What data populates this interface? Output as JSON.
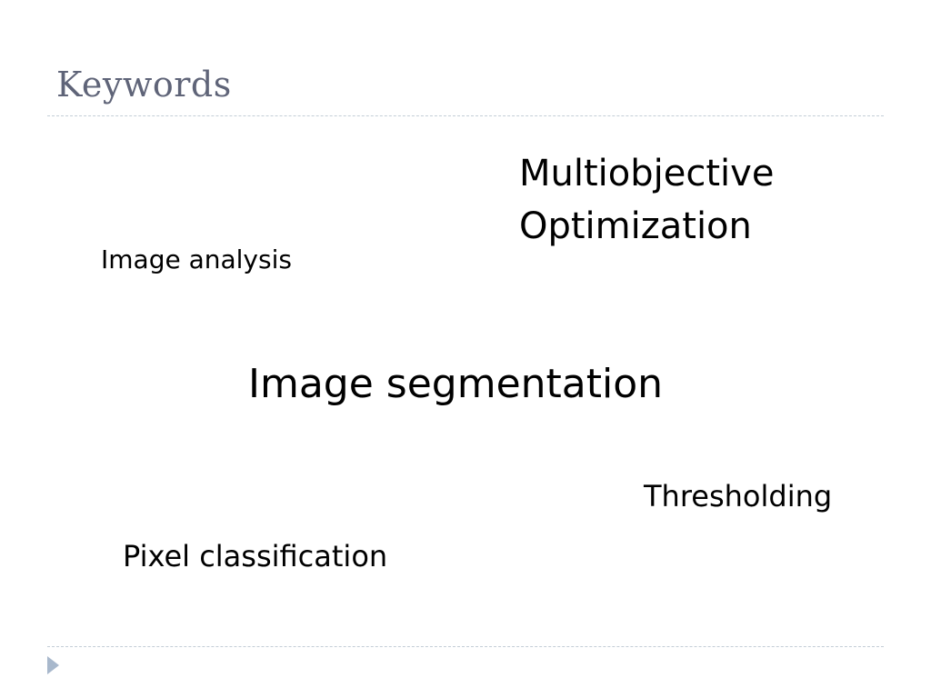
{
  "slide": {
    "title": "Keywords",
    "keywords": {
      "multiobjective": "Multiobjective Optimization",
      "image_analysis": "Image analysis",
      "image_segmentation": "Image segmentation",
      "thresholding": "Thresholding",
      "pixel_classification": "Pixel classification"
    }
  },
  "colors": {
    "title": "#5f6478",
    "rule": "#c3cdd6",
    "bullet": "#a8b8cc",
    "text": "#000000"
  },
  "icons": {
    "nav": "triangle-right-icon"
  }
}
